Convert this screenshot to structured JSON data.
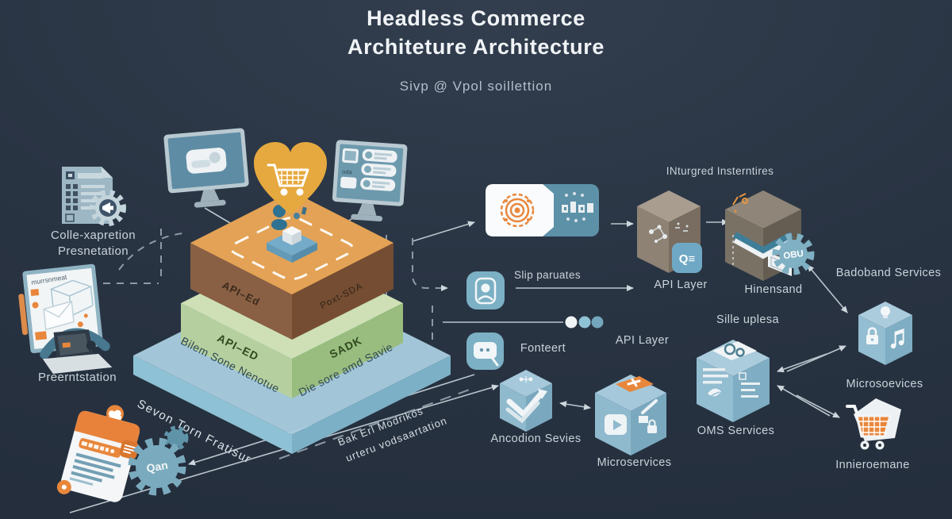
{
  "title": {
    "line1": "Headless Commerce",
    "line2": "Architeture Architecture",
    "subtitle": "Sivp @ Vpol soillettion"
  },
  "left_column": {
    "collab_label_line1": "Colle-xapretion",
    "collab_label_line2": "Presnetation",
    "presentation_label": "Preerntstation",
    "monitor_screen_text": "murrsnmeat",
    "gear_text": "Qan",
    "diagonal_note": "Sevon Torn Fratisur"
  },
  "devices": {
    "right_monitor_text": "oda"
  },
  "pyramid": {
    "brown_left_text": "API–Ed",
    "brown_right_text": "Poxt-SDA",
    "green_left_text": "API–ED",
    "green_right_text": "SADK",
    "base_left_text": "Bilem Sone Nenotue",
    "base_right_text": "Die sore amd Savie",
    "bottom_note_line1": "Bak Erl Modrikos",
    "bottom_note_line2": "urteru vodsaartation"
  },
  "flow": {
    "integrated_label": "INturgred Insterntires",
    "api_cube_badge": "Q≡",
    "api_cube_label": "API Layer",
    "hinensand_label": "Hinensand",
    "obu_gear_text": "OBU",
    "badoband_label": "Badoband Services",
    "microsoevices_label": "Microsoevices",
    "sille_label": "Sille uplesa",
    "oms_label": "OMS Services",
    "microservices_label": "Microservices",
    "ancodion_label": "Ancodion Sevies",
    "cart_label": "Innieroemane",
    "slip_label": "Slip paruates",
    "api_layer_label": "API Layer",
    "fonteert_label": "Fonteert"
  },
  "colors": {
    "background": "#283342",
    "accent_orange": "#e8873c",
    "accent_gold": "#e6a93f",
    "accent_teal": "#7cb0c4",
    "cube_blue": "#a5c8da",
    "cube_taupe": "#a99d90",
    "layer_orange": "#e3a255",
    "layer_brown": "#8a6044",
    "layer_green": "#b5d09e",
    "layer_blue": "#a9cfdf",
    "text_light": "#c9d3da"
  }
}
